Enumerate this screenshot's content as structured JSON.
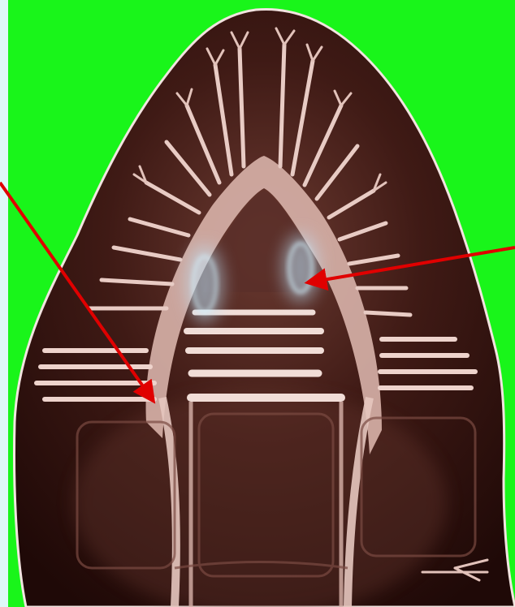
{
  "image": {
    "subject": "dark-specimen-with-pale-branching-vein-pattern",
    "colors": {
      "background": "#19f51a",
      "left_border": "#dff8f8",
      "specimen_dark": "#2a0f0c",
      "specimen_mid": "#5a2c24",
      "vein": "#e6c7bf",
      "vein_highlight": "#f6e9e4",
      "glow": "#bfe8ff",
      "arrow": "#e00000"
    },
    "arrows": [
      {
        "name": "arrow-left",
        "points_to": "lower-left-branch-junction"
      },
      {
        "name": "arrow-right",
        "points_to": "blue-glow-spot"
      }
    ]
  }
}
